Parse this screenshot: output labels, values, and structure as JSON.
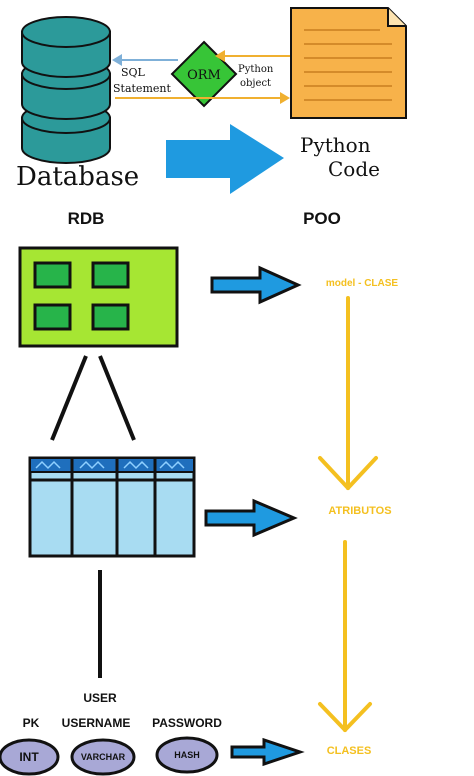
{
  "top": {
    "database_label": "Database",
    "python_code_line1": "Python",
    "python_code_line2": "Code",
    "sql_line1": "SQL",
    "sql_line2": "Statement",
    "orm_label": "ORM",
    "pyobj_line1": "Python",
    "pyobj_line2": "object"
  },
  "headings": {
    "rdb": "RDB",
    "poo": "POO"
  },
  "right": {
    "model": "model - CLASE",
    "atributos": "ATRIBUTOS",
    "clases": "CLASES"
  },
  "table": {
    "user_label": "USER",
    "columns": [
      {
        "header": "PK",
        "type": "INT"
      },
      {
        "header": "USERNAME",
        "type": "VARCHAR"
      },
      {
        "header": "PASSWORD",
        "type": "HASH"
      }
    ]
  },
  "colors": {
    "db_cyl": "#2c9a9a",
    "paper": "#f7b24a",
    "orm": "#37c537",
    "arrow_blue": "#1f9ae0",
    "lime": "#a6e633",
    "green_box": "#27b44a",
    "table_light": "#a8dcf2",
    "table_dark": "#1f6fbd",
    "flow_yellow": "#f4c020",
    "ellipse_fill": "#a8a8d6"
  }
}
